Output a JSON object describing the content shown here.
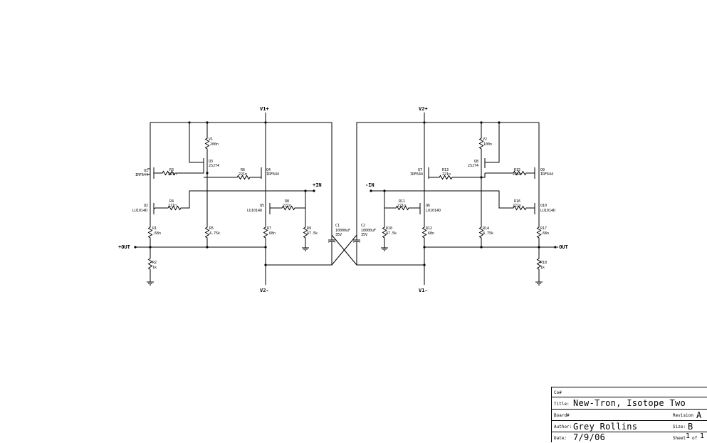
{
  "nets": {
    "v1_pos": "V1+",
    "v2_pos": "V2+",
    "v1_neg": "V1-",
    "v2_neg": "V2-",
    "in_pos": "+IN",
    "in_neg": "-IN",
    "out_pos": "+OUT",
    "out_neg": "-OUT"
  },
  "components": {
    "V1": {
      "ref": "V1",
      "value": "200n"
    },
    "V2": {
      "ref": "V2",
      "value": "100n"
    },
    "Q1": {
      "ref": "Q1",
      "value": "IRF644"
    },
    "Q2": {
      "ref": "Q2",
      "value": "LU1014D"
    },
    "Q3": {
      "ref": "Q3",
      "value": "2SJ74"
    },
    "Q4": {
      "ref": "Q4",
      "value": "IRF644"
    },
    "Q5": {
      "ref": "Q5",
      "value": "LU1014D"
    },
    "Q6": {
      "ref": "Q6",
      "value": "LU1014D"
    },
    "Q7": {
      "ref": "Q7",
      "value": "IRF644"
    },
    "Q8": {
      "ref": "Q8",
      "value": "2SJ74"
    },
    "Q9": {
      "ref": "Q9",
      "value": "IRF644"
    },
    "Q10": {
      "ref": "Q10",
      "value": "LU1014D"
    },
    "R1": {
      "ref": "R1",
      "value": ".68n"
    },
    "R2": {
      "ref": "R2",
      "value": "1k"
    },
    "R3": {
      "ref": "R3",
      "value": "221n"
    },
    "R4": {
      "ref": "R4",
      "value": "221n"
    },
    "R5": {
      "ref": "R5",
      "value": "4.75k"
    },
    "R6": {
      "ref": "R6",
      "value": "221n"
    },
    "R7": {
      "ref": "R7",
      "value": ".68n"
    },
    "R8": {
      "ref": "R8",
      "value": "221n"
    },
    "R9": {
      "ref": "R9",
      "value": "47.5k"
    },
    "R10": {
      "ref": "R10",
      "value": "47.5k"
    },
    "R11": {
      "ref": "R11",
      "value": "221n"
    },
    "R12": {
      "ref": "R12",
      "value": ".68n"
    },
    "R13": {
      "ref": "R13",
      "value": "221n"
    },
    "R14": {
      "ref": "R14",
      "value": "4.75k"
    },
    "R15": {
      "ref": "R15",
      "value": "221n"
    },
    "R16": {
      "ref": "R16",
      "value": "221n"
    },
    "R17": {
      "ref": "R17",
      "value": ".68n"
    },
    "R18": {
      "ref": "R18",
      "value": "1k"
    },
    "C1": {
      "ref": "C1",
      "value": "10000uF",
      "rating": "35V"
    },
    "C2": {
      "ref": "C2",
      "value": "10000uF",
      "rating": "35V"
    }
  },
  "title_block": {
    "co_label": "Co#",
    "title_label": "Title:",
    "title": "New-Tron, Isotope Two",
    "board_label": "Board#",
    "revision_label": "Revision",
    "revision": "A",
    "author_label": "Author:",
    "author": "Grey Rollins",
    "size_label": "Size:",
    "size": "B",
    "date_label": "Date:",
    "date": "7/9/06",
    "sheet_label": "Sheet",
    "sheet": "1",
    "of_label": "of",
    "sheets": "1"
  }
}
